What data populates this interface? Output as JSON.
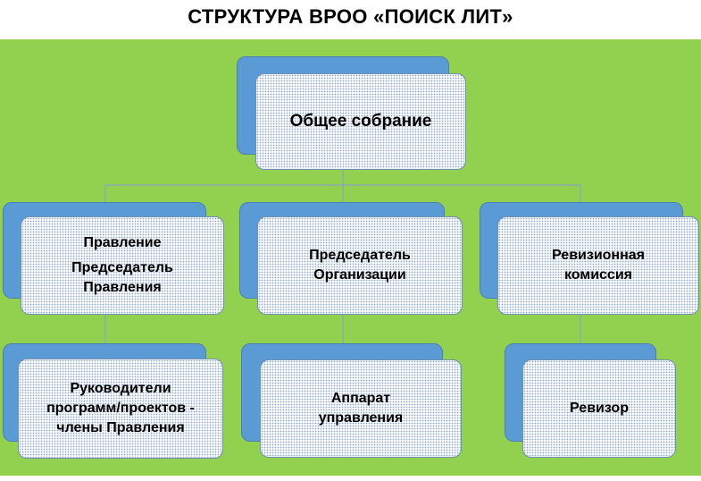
{
  "title": "СТРУКТУРА ВРОО «ПОИСК ЛИТ»",
  "nodes": {
    "general_meeting": {
      "label": "Общее собрание"
    },
    "board": {
      "line1": "Правление",
      "line2": "Председатель",
      "line3": "Правления"
    },
    "chairman": {
      "line1": "Председатель",
      "line2": "Организации"
    },
    "audit_commission": {
      "line1": "Ревизионная",
      "line2": "комиссия"
    },
    "program_leaders": {
      "line1": "Руководители",
      "line2": "программ/проектов -",
      "line3": "члены Правления"
    },
    "management_staff": {
      "line1": "Аппарат",
      "line2": "управления"
    },
    "auditor": {
      "label": "Ревизор"
    }
  },
  "colors": {
    "background_panel": "#92d050",
    "box_shadow_blue": "#5b9bd5",
    "connector": "#8aa4c0"
  }
}
